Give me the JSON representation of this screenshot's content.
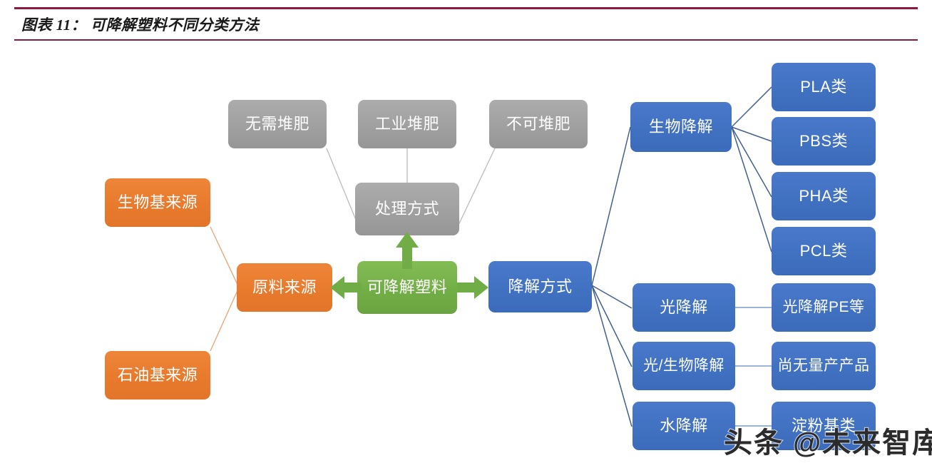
{
  "header": {
    "title": "图表 11： 可降解塑料不同分类方法",
    "rule_color": "#8C1940"
  },
  "watermark": {
    "text": "头条 @未来智库"
  },
  "palette": {
    "orange": "#E87D2E",
    "green": "#70AD47",
    "gray": "#A5A5A5",
    "blue": "#4171C1",
    "orange_link": "#E8A87C",
    "gray_link": "#BFBFBF",
    "blue_link": "#44608F"
  },
  "nodes": {
    "center": "可降解塑料",
    "source_root": "原料来源",
    "source_children": [
      "生物基来源",
      "石油基来源"
    ],
    "process_root": "处理方式",
    "process_children": [
      "无需堆肥",
      "工业堆肥",
      "不可堆肥"
    ],
    "degrade_root": "降解方式",
    "degrade_children": [
      "生物降解",
      "光降解",
      "光/生物降解",
      "水降解"
    ],
    "bio_products": [
      "PLA类",
      "PBS类",
      "PHA类",
      "PCL类"
    ],
    "light_product": "光降解PE等",
    "lightbio_product": "尚无量产产品",
    "water_product": "淀粉基类"
  },
  "icons": {
    "arrow_left": "arrow-left-icon",
    "arrow_up": "arrow-up-icon",
    "arrow_right": "arrow-right-icon"
  }
}
